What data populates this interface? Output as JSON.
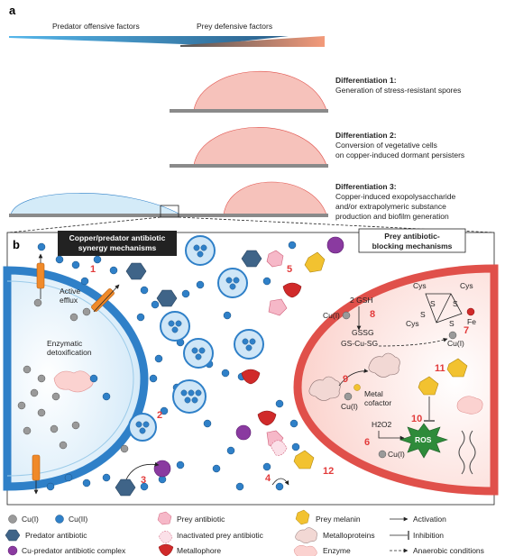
{
  "panel_a": {
    "letter": "a",
    "gradient_left_label": "Predator offensive factors",
    "gradient_right_label": "Prey defensive factors",
    "differentiations": [
      {
        "title": "Differentiation 1:",
        "lines": [
          "Generation of stress-resistant spores"
        ]
      },
      {
        "title": "Differentiation 2:",
        "lines": [
          "Conversion of vegetative cells",
          "on copper-induced dormant persisters"
        ]
      },
      {
        "title": "Differentiation 3:",
        "lines": [
          "Copper-induced exopolysaccharide",
          "and/or extrapolymeric substance",
          "production and biofilm generation"
        ]
      }
    ]
  },
  "panel_b": {
    "letter": "b",
    "synergy_box": [
      "Copper/predator antibiotic",
      "synergy mechanisms"
    ],
    "blocking_box": [
      "Prey antibiotic-",
      "blocking mechanisms"
    ],
    "labels": {
      "active_efflux": [
        "Active",
        "efflux"
      ],
      "enzymatic_detox": [
        "Enzymatic",
        "detoxification"
      ],
      "gsh": "2 GSH",
      "cu_i_a": "Cu(I)",
      "gssg": "GSSG",
      "gs_cu_sg": "GS-Cu-SG",
      "cys1": "Cys",
      "cys2": "Cys",
      "cys3": "Cys",
      "s1": "S",
      "s2": "S",
      "s3": "S",
      "s4": "S",
      "fe": "Fe",
      "cu_i_b": "Cu(I)",
      "cu_i_c": "Cu(I)",
      "metal_cofactor": [
        "Metal",
        "cofactor"
      ],
      "h2o2": "H2O2",
      "ros": "ROS",
      "cu_i_d": "Cu(I)"
    },
    "numbers": [
      "1",
      "2",
      "3",
      "4",
      "5",
      "6",
      "7",
      "8",
      "9",
      "10",
      "11",
      "12"
    ]
  },
  "legend": [
    {
      "icon": "cu-i-icon",
      "label": "Cu(I)"
    },
    {
      "icon": "cu-ii-icon",
      "label": "Cu(II)"
    },
    {
      "icon": "prey-antibiotic-icon",
      "label": "Prey antibiotic"
    },
    {
      "icon": "prey-melanin-icon",
      "label": "Prey melanin"
    },
    {
      "icon": "activation-icon",
      "label": "Activation"
    },
    {
      "icon": "predator-antibiotic-icon",
      "label": "Predator antibiotic"
    },
    {
      "icon": "inactivated-prey-antibiotic-icon",
      "label": "Inactivated prey antibiotic"
    },
    {
      "icon": "metalloproteins-icon",
      "label": "Metalloproteins"
    },
    {
      "icon": "inhibition-icon",
      "label": "Inhibition"
    },
    {
      "icon": "cu-predator-complex-icon",
      "label": "Cu-predator antibiotic complex"
    },
    {
      "icon": "metallophore-icon",
      "label": "Metallophore"
    },
    {
      "icon": "enzyme-icon",
      "label": "Enzyme"
    },
    {
      "icon": "anaerobic-icon",
      "label": "Anaerobic conditions"
    }
  ],
  "colors": {
    "predator_blue": "#2f80c8",
    "prey_red": "#e0504a",
    "orange_number": "#e23b3b",
    "ros_green": "#2e8b3a"
  }
}
